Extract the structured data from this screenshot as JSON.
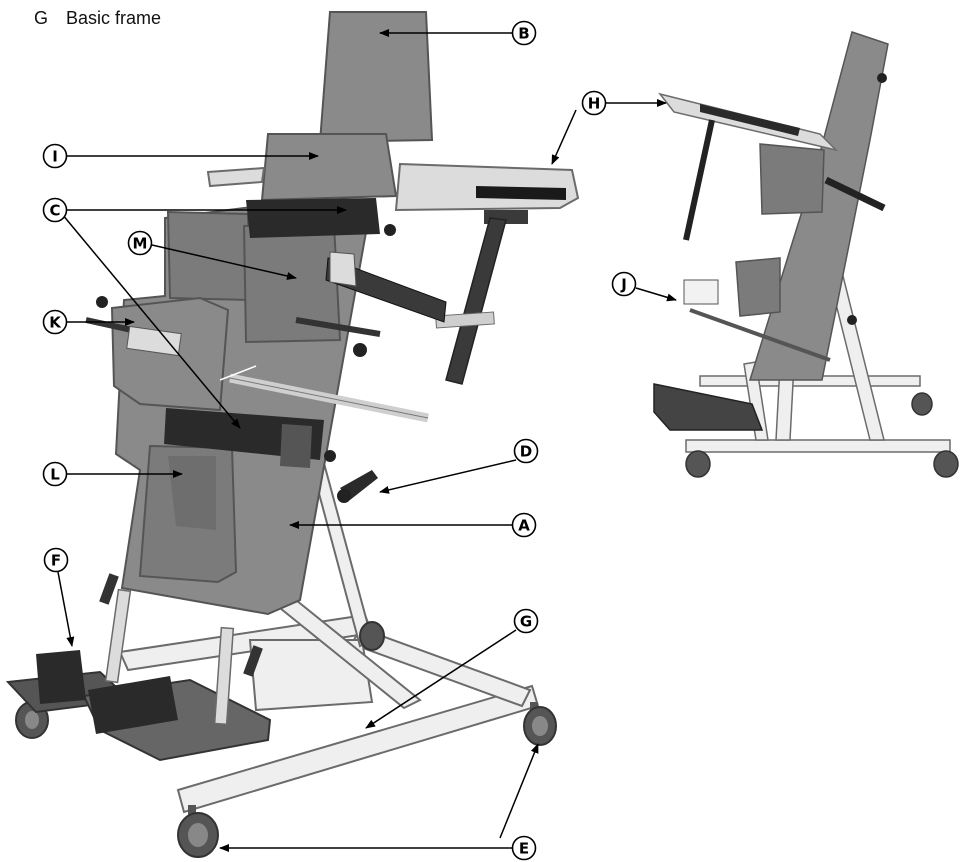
{
  "heading": {
    "letter": "G",
    "text": "Basic frame"
  },
  "callouts": {
    "A": "A",
    "B": "B",
    "C": "C",
    "D": "D",
    "E": "E",
    "F": "F",
    "G": "G",
    "H": "H",
    "I": "I",
    "J": "J",
    "K": "K",
    "L": "L",
    "M": "M"
  },
  "colors": {
    "frame": "#efefef",
    "frame_stroke": "#6b6b6b",
    "pad": "#8a8a8a",
    "pad_dark": "#6e6e6e",
    "strap": "#2a2a2a",
    "tray": "#dcdcdc",
    "wheel": "#555555",
    "bar": "#3a3a3a"
  }
}
